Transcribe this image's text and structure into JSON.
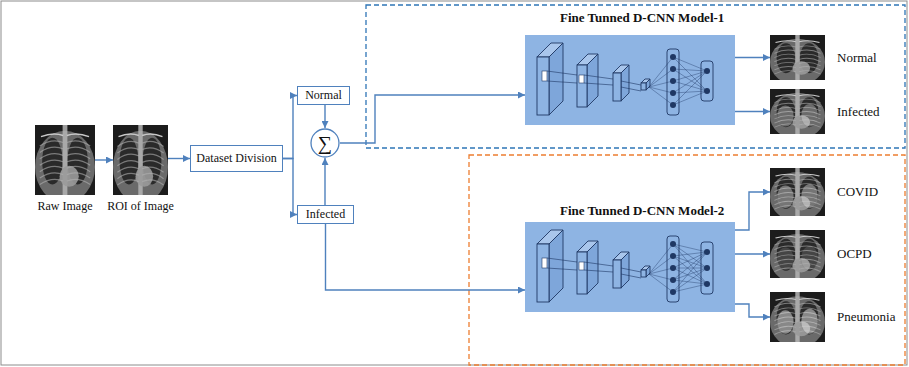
{
  "diagram": {
    "nodes": [
      {
        "text": [
          "Raw Image"
        ]
      },
      {
        "text": [
          "ROI of Image"
        ]
      },
      {
        "text": [
          "Dataset Division"
        ]
      },
      {
        "text": [
          "Normal"
        ]
      },
      {
        "text": [
          "Infected"
        ]
      },
      {
        "text": [
          "∑"
        ]
      },
      {
        "text": [
          "Fine Tunned D-CNN Model-1"
        ]
      },
      {
        "text": [
          "Normal"
        ]
      },
      {
        "text": [
          "Infected"
        ]
      },
      {
        "text": [
          "Fine Tunned D-CNN Model-2"
        ]
      },
      {
        "text": [
          "COVID"
        ]
      },
      {
        "text": [
          "OCPD"
        ]
      },
      {
        "text": [
          "Pneumonia"
        ]
      }
    ],
    "edges": [
      {
        "from": 0,
        "to": 1,
        "arrow": "to"
      },
      {
        "from": 1,
        "to": 2,
        "arrow": "to"
      },
      {
        "from": 2,
        "to": 3,
        "arrow": "to"
      },
      {
        "from": 2,
        "to": 4,
        "arrow": "to"
      },
      {
        "from": 3,
        "to": 5,
        "arrow": "to"
      },
      {
        "from": 4,
        "to": 5,
        "arrow": "to"
      },
      {
        "from": 5,
        "to": 6,
        "arrow": "to"
      },
      {
        "from": 4,
        "to": 9,
        "arrow": "to"
      },
      {
        "from": 6,
        "to": 7,
        "arrow": "to"
      },
      {
        "from": 6,
        "to": 8,
        "arrow": "to"
      },
      {
        "from": 9,
        "to": 10,
        "arrow": "to"
      },
      {
        "from": 9,
        "to": 11,
        "arrow": "to"
      },
      {
        "from": 9,
        "to": 12,
        "arrow": "to"
      }
    ]
  }
}
